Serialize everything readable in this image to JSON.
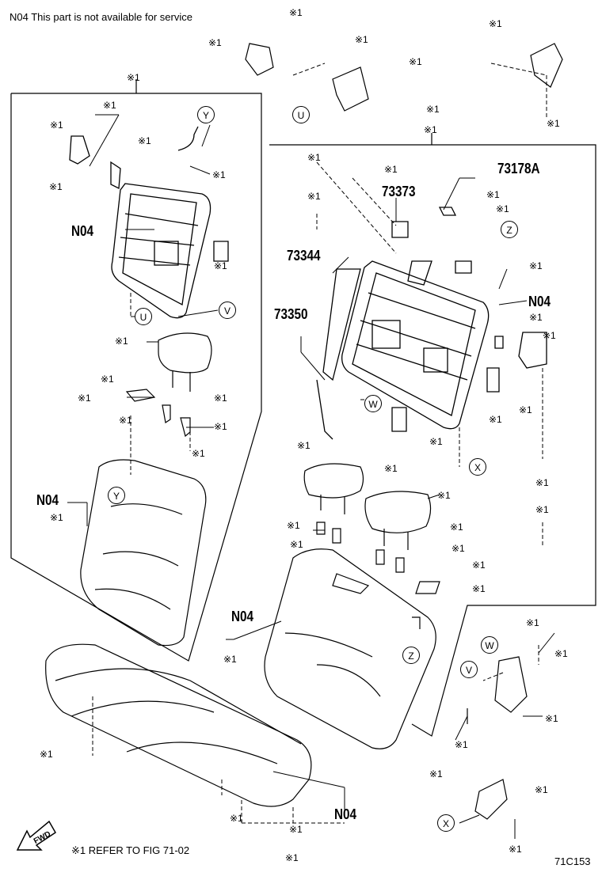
{
  "header_note": "N04 This part is not available for service",
  "footer_note": "※1 REFER TO FIG 71-02",
  "figure_code": "71C153",
  "fwd_label": "FWD",
  "ref_mark": "※1",
  "part_numbers": {
    "p73178A": "73178A",
    "p73373": "73373",
    "p73344": "73344",
    "p73350": "73350",
    "n04": "N04"
  },
  "callouts": {
    "U": "U",
    "V": "V",
    "W": "W",
    "X": "X",
    "Y": "Y",
    "Z": "Z"
  }
}
